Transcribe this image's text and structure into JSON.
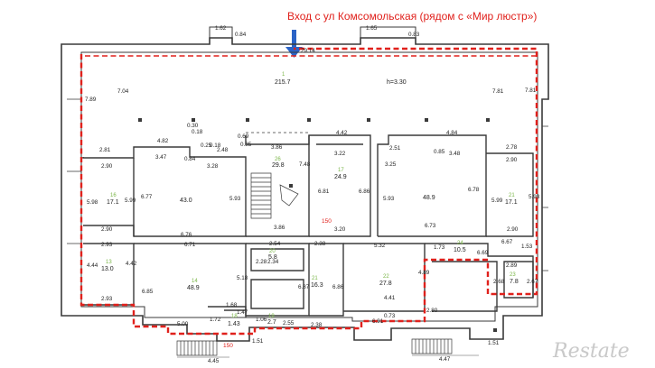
{
  "entrance": {
    "caption": "Вход с ул Комсомольская (рядом с «Мир люстр»)",
    "arrow_color": "#2b63c6"
  },
  "height_note": "h=3.30",
  "watermark": "Restate",
  "colors": {
    "boundary": "#e0211c",
    "walls": "#3a3a3a",
    "area_number": "#7ab648",
    "tag": "#e0211c"
  },
  "rooms": [
    {
      "num": "1",
      "area": "215.7"
    },
    {
      "num": "26",
      "area": "29.8"
    },
    {
      "num": "17",
      "area": "24.9"
    },
    {
      "num": "",
      "area": "48.9"
    },
    {
      "num": "16",
      "area": "17.1"
    },
    {
      "num": "",
      "area": "43.0"
    },
    {
      "num": "21",
      "area": "17.1"
    },
    {
      "num": "13",
      "area": "13.0"
    },
    {
      "num": "14",
      "area": "48.9"
    },
    {
      "num": "20",
      "area": "5.8"
    },
    {
      "num": "21",
      "area": "16.3"
    },
    {
      "num": "22",
      "area": "27.8"
    },
    {
      "num": "24",
      "area": "10.5"
    },
    {
      "num": "23",
      "area": "7.8"
    },
    {
      "num": "19",
      "area": "2.7"
    },
    {
      "num": "18",
      "area": "1.43"
    }
  ],
  "tags": [
    "150",
    "150"
  ],
  "dimensions": [
    "1.62",
    "0.84",
    "1.65",
    "0.83",
    "29.14",
    "7.89",
    "7.04",
    "7.81",
    "7.81",
    "0.30",
    "0.18",
    "0.69",
    "4.42",
    "4.84",
    "2.81",
    "4.82",
    "0.25",
    "0.18",
    "2.48",
    "0.85",
    "3.86",
    "3.22",
    "2.51",
    "3.48",
    "2.78",
    "3.47",
    "0.84",
    "3.28",
    "7.48",
    "3.25",
    "0.85",
    "2.90",
    "2.90",
    "5.99",
    "6.77",
    "5.93",
    "6.81",
    "6.86",
    "5.93",
    "6.78",
    "5.99",
    "5.93",
    "5.98",
    "2.90",
    "3.86",
    "3.20",
    "6.73",
    "2.90",
    "6.76",
    "2.93",
    "6.71",
    "2.54",
    "2.38",
    "5.32",
    "6.67",
    "4.44",
    "4.42",
    "1.73",
    "6.69",
    "1.53",
    "2.28",
    "2.34",
    "2.89",
    "6.85",
    "5.18",
    "6.87",
    "6.86",
    "4.89",
    "2.68",
    "2.67",
    "2.93",
    "1.68",
    "4.41",
    "2.80",
    "5.00",
    "1.72",
    "1.47",
    "1.06",
    "2.55",
    "2.38",
    "6.91",
    "0.73",
    "1.51",
    "4.45",
    "4.47",
    "1.51"
  ]
}
